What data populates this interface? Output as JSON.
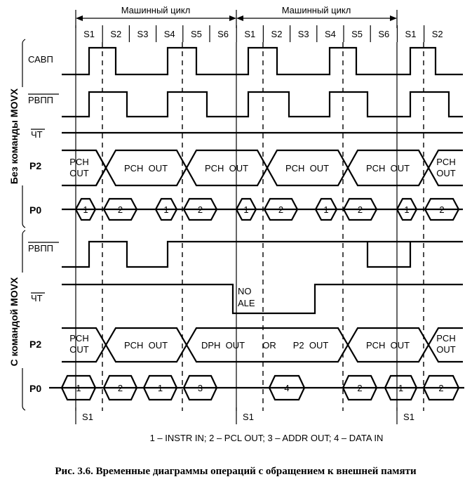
{
  "machine_cycle_label": "Машинный цикл",
  "states": [
    "S1",
    "S2",
    "S3",
    "S4",
    "S5",
    "S6",
    "S1",
    "S2",
    "S3",
    "S4",
    "S5",
    "S6",
    "S1",
    "S2"
  ],
  "side_label_top": "Без команды MOVX",
  "side_label_bottom": "С командой MOVX",
  "signals": {
    "ale": "САВП",
    "psen": "РВПП",
    "rd": "ЧТ",
    "p2": "P2",
    "p0": "P0"
  },
  "bus_text": {
    "pch": "PCH",
    "out": "OUT",
    "pch_out": "PCH  OUT",
    "dph_out": "DPH  OUT",
    "or": "OR",
    "p2_out": "P2  OUT",
    "no": "NO",
    "ale": "ALE"
  },
  "p0_top_labels": [
    "1",
    "2",
    "1",
    "2",
    "1",
    "2",
    "1",
    "2",
    "1",
    "2"
  ],
  "p0_bottom_labels": [
    "1",
    "2",
    "1",
    "3",
    "4",
    "2",
    "1",
    "2"
  ],
  "bottom_state_label": "S1",
  "legend": "1 – INSTR IN; 2 – PCL OUT; 3 – ADDR OUT; 4 – DATA IN",
  "caption": "Рис. 3.6. Временные диаграммы операций с обращением к внешней памяти"
}
